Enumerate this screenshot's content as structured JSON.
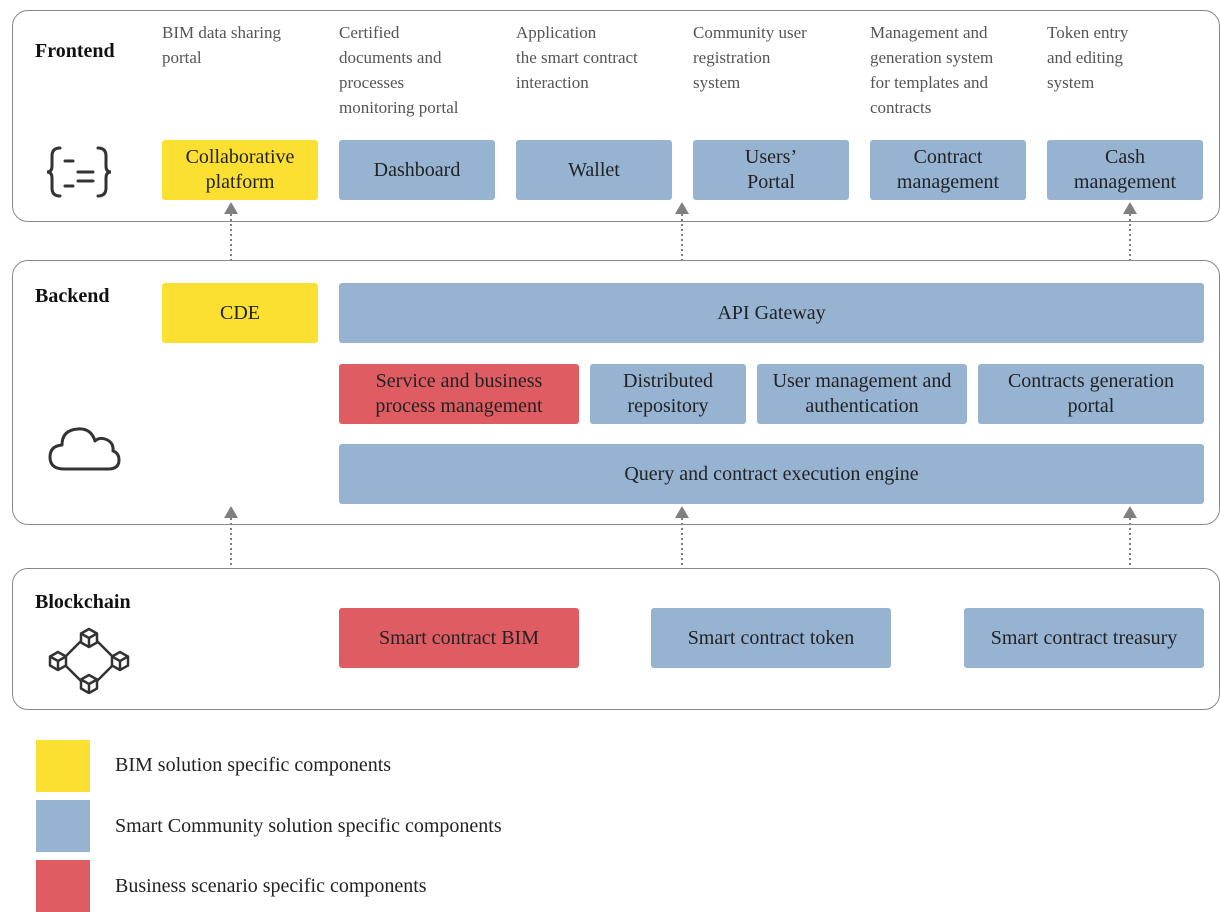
{
  "frontend": {
    "title": "Frontend",
    "descriptions": [
      "BIM data sharing\nportal",
      "Certified\ndocuments and\nprocesses\nmonitoring portal",
      "Application\nthe smart contract\ninteraction",
      "Community user\nregistration\nsystem",
      "Management and\ngeneration system\nfor templates and\ncontracts",
      "Token entry\nand editing\nsystem"
    ],
    "components": [
      {
        "label": "Collaborative platform",
        "color": "#fbe032"
      },
      {
        "label": "Dashboard",
        "color": "#97b3d2"
      },
      {
        "label": "Wallet",
        "color": "#97b3d2"
      },
      {
        "label": "Users’ Portal",
        "color": "#97b3d2"
      },
      {
        "label": "Contract management",
        "color": "#97b3d2"
      },
      {
        "label": "Cash management",
        "color": "#97b3d2"
      }
    ],
    "icon": "code-braces-icon"
  },
  "backend": {
    "title": "Backend",
    "components": [
      {
        "label": "CDE",
        "color": "#fbe032"
      },
      {
        "label": "API Gateway",
        "color": "#97b3d2"
      },
      {
        "label": "Service and business process management",
        "color": "#df5c63"
      },
      {
        "label": "Distributed repository",
        "color": "#97b3d2"
      },
      {
        "label": "User management and authentication",
        "color": "#97b3d2"
      },
      {
        "label": "Contracts generation portal",
        "color": "#97b3d2"
      },
      {
        "label": "Query and contract execution engine",
        "color": "#97b3d2"
      }
    ],
    "icon": "cloud-icon"
  },
  "blockchain": {
    "title": "Blockchain",
    "components": [
      {
        "label": "Smart contract BIM",
        "color": "#df5c63"
      },
      {
        "label": "Smart contract token",
        "color": "#97b3d2"
      },
      {
        "label": "Smart contract treasury",
        "color": "#97b3d2"
      }
    ],
    "icon": "blockchain-cubes-icon"
  },
  "legend": [
    {
      "label": "BIM solution specific components",
      "color": "#fbe032"
    },
    {
      "label": "Smart Community solution specific components",
      "color": "#97b3d2"
    },
    {
      "label": "Business scenario specific components",
      "color": "#df5c63"
    }
  ]
}
